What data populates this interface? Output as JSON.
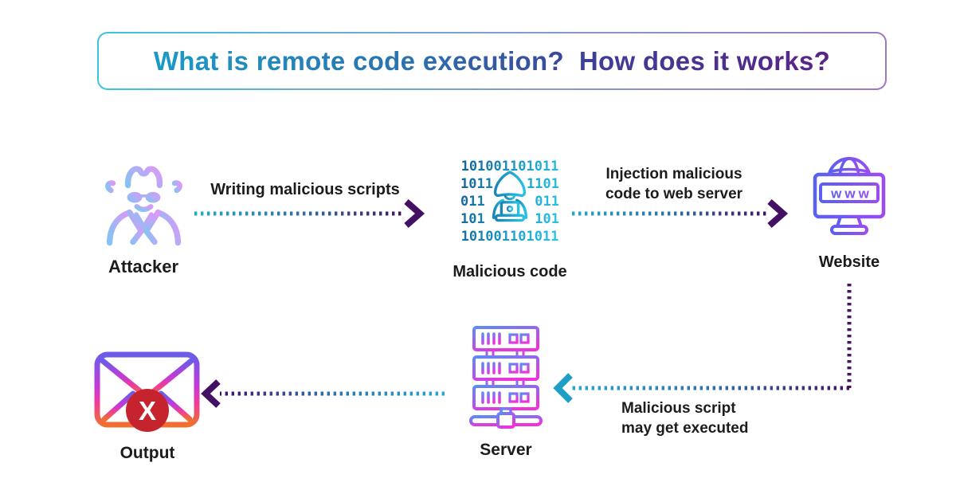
{
  "title": "What is remote code execution?  How does it works?",
  "nodes": {
    "attacker": {
      "label": "Attacker",
      "icon": "spy-icon"
    },
    "malicious_code": {
      "label": "Malicious code",
      "icon": "binary-hacker-icon",
      "binary": {
        "row1": "101001101011",
        "row2l": "1011",
        "row2r": "1101",
        "row3l": "011",
        "row3r": "011",
        "row4l": "101",
        "row4r": "101",
        "row5": "101001101011"
      }
    },
    "website": {
      "label": "Website",
      "icon": "website-monitor-icon",
      "www": "www"
    },
    "server": {
      "label": "Server",
      "icon": "server-rack-icon"
    },
    "output": {
      "label": "Output",
      "icon": "blocked-email-icon",
      "x": "X"
    }
  },
  "edges": {
    "attacker_to_code": {
      "label": "Writing malicious scripts"
    },
    "code_to_website": {
      "line1": "Injection malicious",
      "line2": "code to web server"
    },
    "website_to_server": {
      "line1": "Malicious script",
      "line2": "may get executed"
    },
    "server_to_output": {
      "label": ""
    }
  },
  "colors": {
    "arrow_teal": "#22a8c6",
    "arrow_purple": "#431063",
    "label_text": "#1c1c1e",
    "title_gradient": [
      "#1b9ac6",
      "#5a2386"
    ],
    "box_border_gradient": [
      "#3fc3da",
      "#9d79c3"
    ],
    "spy_gradient": [
      "#87c2f3",
      "#d79bf7"
    ],
    "binary_gradient": [
      "#135f95",
      "#2cc8e8"
    ],
    "website_gradient": [
      "#5a60f0",
      "#9c4cf0"
    ],
    "server_gradient": [
      "#5b8df2",
      "#ee32dc"
    ],
    "envelope_gradient": [
      "#6a5ce8",
      "#e23ac0",
      "#ef702e"
    ],
    "error_red": "#c5242f"
  }
}
